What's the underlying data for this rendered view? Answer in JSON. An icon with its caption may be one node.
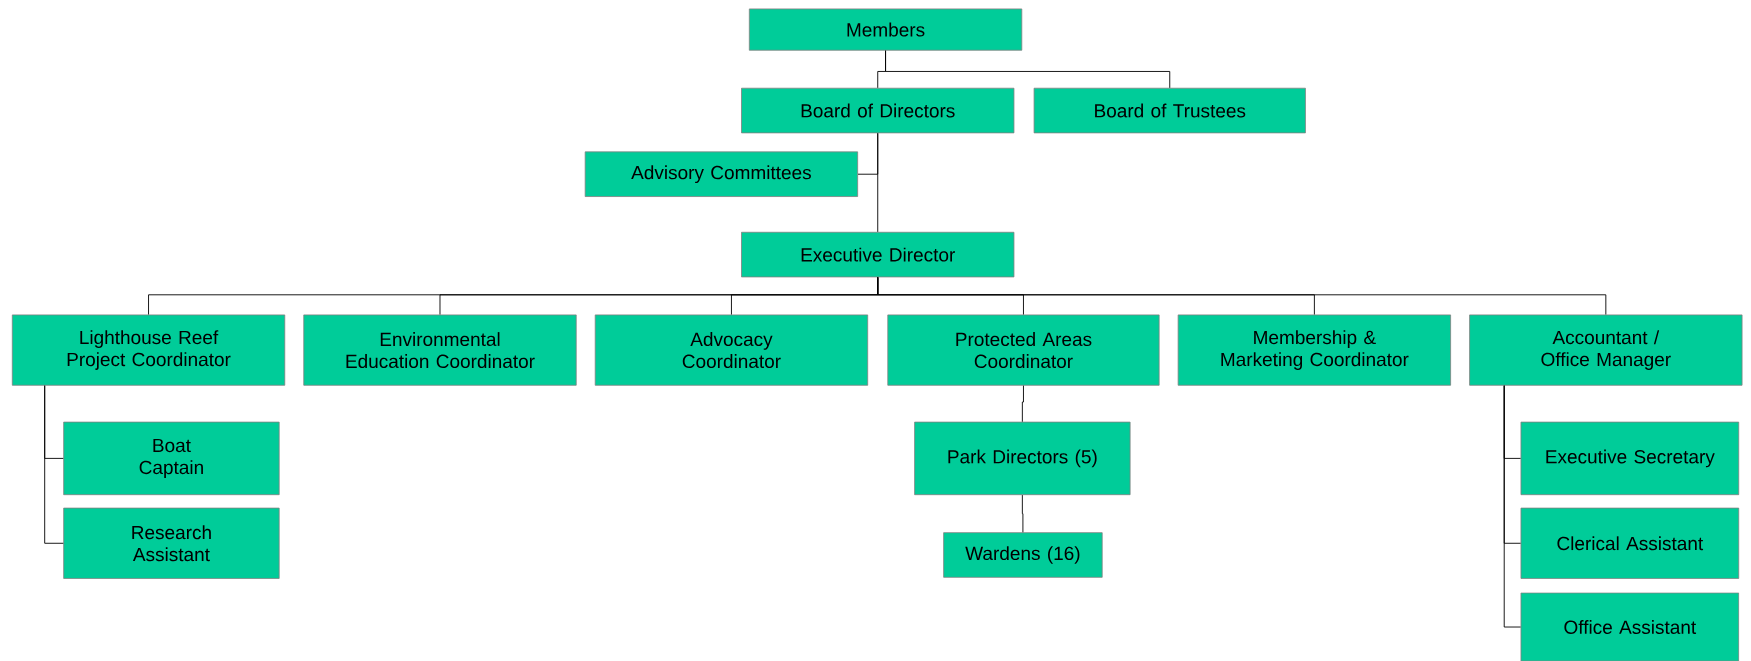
{
  "diagram": {
    "nodes": [
      {
        "text": [
          "Members"
        ]
      },
      {
        "text": [
          "Board of Directors"
        ]
      },
      {
        "text": [
          "Board of Trustees"
        ]
      },
      {
        "text": [
          "Advisory Committees"
        ]
      },
      {
        "text": [
          "Executive Director"
        ]
      },
      {
        "text": [
          "Lighthouse Reef Project Coordinator"
        ]
      },
      {
        "text": [
          "Environmental Education Coordinator"
        ]
      },
      {
        "text": [
          "Advocacy Coordinator"
        ]
      },
      {
        "text": [
          "Protected Areas Coordinator"
        ]
      },
      {
        "text": [
          "Membership & Marketing Coordinator"
        ]
      },
      {
        "text": [
          "Accountant / Office Manager"
        ]
      },
      {
        "text": [
          "Boat Captain"
        ]
      },
      {
        "text": [
          "Research Assistant"
        ]
      },
      {
        "text": [
          "Park Directors (5)"
        ]
      },
      {
        "text": [
          "Wardens (16)"
        ]
      },
      {
        "text": [
          "Executive Secretary"
        ]
      },
      {
        "text": [
          "Clerical Assistant"
        ]
      },
      {
        "text": [
          "Office Assistant"
        ]
      }
    ],
    "edges": [
      {
        "from": 0,
        "to": 1,
        "arrow": "none"
      },
      {
        "from": 0,
        "to": 2,
        "arrow": "none"
      },
      {
        "from": 1,
        "to": 3,
        "arrow": "none"
      },
      {
        "from": 1,
        "to": 4,
        "arrow": "none"
      },
      {
        "from": 4,
        "to": 5,
        "arrow": "none"
      },
      {
        "from": 4,
        "to": 6,
        "arrow": "none"
      },
      {
        "from": 4,
        "to": 7,
        "arrow": "none"
      },
      {
        "from": 4,
        "to": 8,
        "arrow": "none"
      },
      {
        "from": 4,
        "to": 9,
        "arrow": "none"
      },
      {
        "from": 4,
        "to": 10,
        "arrow": "none"
      },
      {
        "from": 5,
        "to": 11,
        "arrow": "none"
      },
      {
        "from": 5,
        "to": 12,
        "arrow": "none"
      },
      {
        "from": 8,
        "to": 13,
        "arrow": "none"
      },
      {
        "from": 13,
        "to": 14,
        "arrow": "none"
      },
      {
        "from": 10,
        "to": 15,
        "arrow": "none"
      },
      {
        "from": 10,
        "to": 16,
        "arrow": "none"
      },
      {
        "from": 10,
        "to": 17,
        "arrow": "none"
      }
    ]
  }
}
